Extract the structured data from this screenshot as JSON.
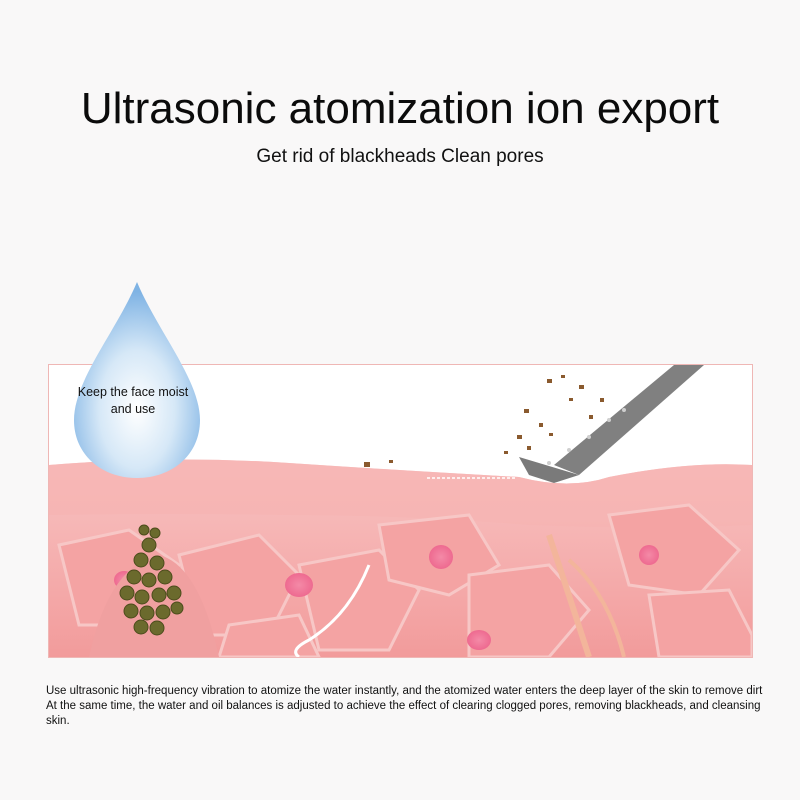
{
  "header": {
    "title": "Ultrasonic atomization ion export",
    "subtitle": "Get rid of blackheads Clean pores"
  },
  "illustration": {
    "drop_label": "Keep the face moist and use",
    "colors": {
      "skin": "#f4a7a6",
      "skin_light": "#f7bcbb",
      "cell_core": "#f06e92",
      "drop_blue": "#8fbde8",
      "blackhead": "#6b6a2d",
      "probe": "#7d7d7d",
      "heat": "#f5b26a"
    }
  },
  "caption": {
    "line1": "Use ultrasonic high-frequency vibration to atomize the water instantly, and the atomized water enters the deep layer of the skin to remove dirt",
    "line2": "At the same time, the water and oil balances is adjusted to achieve the effect of clearing clogged pores, removing blackheads, and cleansing skin."
  }
}
